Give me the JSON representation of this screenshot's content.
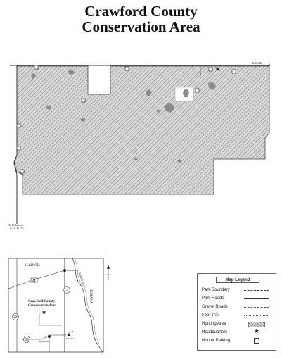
{
  "title": {
    "line1": "Crawford County",
    "line2": "Conservation Area"
  },
  "main_map": {
    "label_top_right": "To Ill. Rt. 1",
    "label_bottom_left_1": "To Robinson",
    "label_bottom_left_2": "& Ill. Rt. 33",
    "hunting_area_color": "#bdbdbd",
    "pond_color": "#8c8c8c"
  },
  "locator_map": {
    "state_left": "ILLINOIS",
    "state_right": "INDIANA",
    "river": "Wabash River",
    "area_label_1": "Crawford County",
    "area_label_2": "Conservation Area",
    "town_north": "Hutsonville",
    "town_south": "Robinson",
    "town_east": "Palestine",
    "route_a": "1",
    "route_b": "33",
    "route_c": "33",
    "route_d": "41"
  },
  "legend": {
    "title": "Map Legend",
    "items": [
      {
        "label": "Park Boundary",
        "symbol": "boundary"
      },
      {
        "label": "Park Roads",
        "symbol": "road"
      },
      {
        "label": "Gravel Roads",
        "symbol": "gravel"
      },
      {
        "label": "Foot Trail",
        "symbol": "trail"
      },
      {
        "label": "Hunting Area",
        "symbol": "hatch"
      },
      {
        "label": "Headquarters",
        "symbol": "star"
      },
      {
        "label": "Hunter Parking",
        "symbol": "parking"
      }
    ]
  }
}
